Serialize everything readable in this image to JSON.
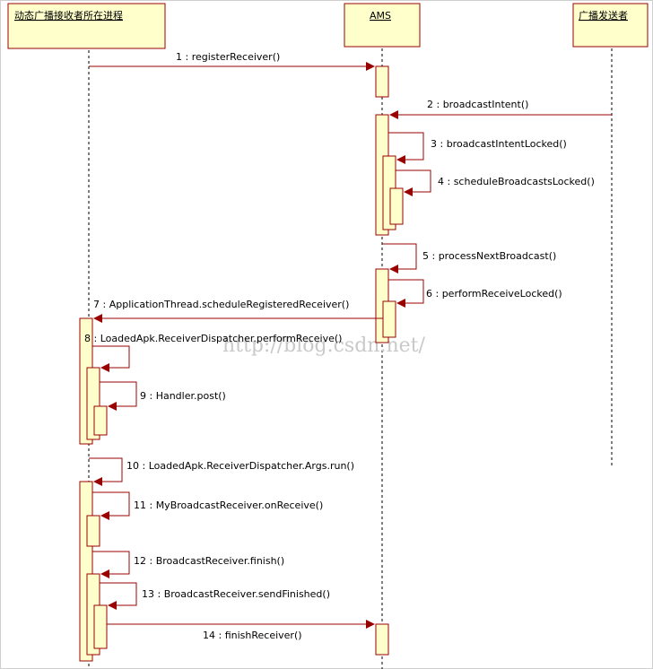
{
  "lifelines": [
    {
      "title": "动态广播接收者所在进程"
    },
    {
      "title": "AMS"
    },
    {
      "title": "广播发送者"
    }
  ],
  "messages": [
    {
      "label": "1 : registerReceiver()"
    },
    {
      "label": "2 : broadcastIntent()"
    },
    {
      "label": "3 : broadcastIntentLocked()"
    },
    {
      "label": "4 : scheduleBroadcastsLocked()"
    },
    {
      "label": "5 : processNextBroadcast()"
    },
    {
      "label": "6 : performReceiveLocked()"
    },
    {
      "label": "7 : ApplicationThread.scheduleRegisteredReceiver()"
    },
    {
      "label": "8 : LoadedApk.ReceiverDispatcher.performReceive()"
    },
    {
      "label": "9 : Handler.post()"
    },
    {
      "label": "10 : LoadedApk.ReceiverDispatcher.Args.run()"
    },
    {
      "label": "11 : MyBroadcastReceiver.onReceive()"
    },
    {
      "label": "12 : BroadcastReceiver.finish()"
    },
    {
      "label": "13 : BroadcastReceiver.sendFinished()"
    },
    {
      "label": "14 : finishReceiver()"
    }
  ],
  "watermark": "http://blog.csdn.net/"
}
